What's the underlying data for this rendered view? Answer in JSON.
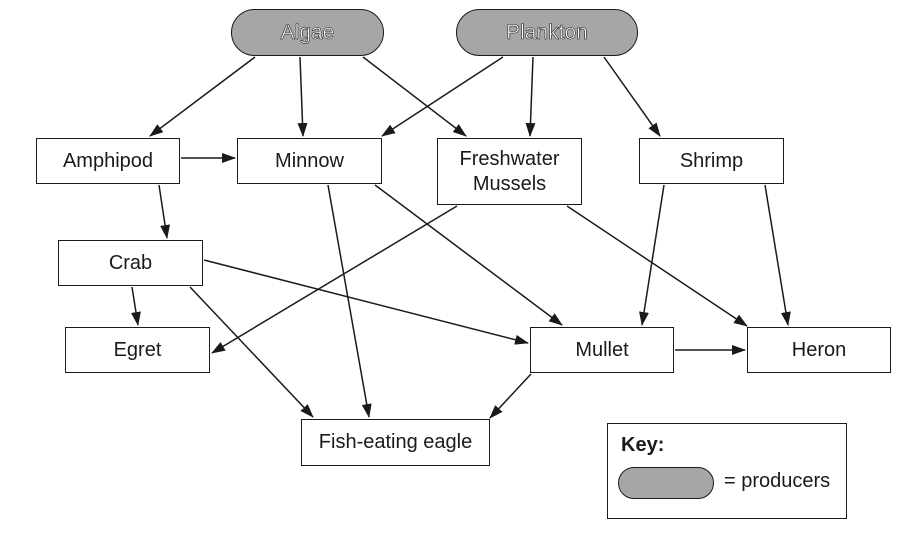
{
  "nodes": {
    "algae": "Algae",
    "plankton": "Plankton",
    "amphipod": "Amphipod",
    "minnow": "Minnow",
    "mussels": "Freshwater\nMussels",
    "shrimp": "Shrimp",
    "crab": "Crab",
    "egret": "Egret",
    "mullet": "Mullet",
    "heron": "Heron",
    "eagle": "Fish-eating eagle"
  },
  "edges": [
    [
      "algae",
      "amphipod"
    ],
    [
      "algae",
      "minnow"
    ],
    [
      "algae",
      "mussels"
    ],
    [
      "plankton",
      "minnow"
    ],
    [
      "plankton",
      "mussels"
    ],
    [
      "plankton",
      "shrimp"
    ],
    [
      "amphipod",
      "minnow"
    ],
    [
      "amphipod",
      "crab"
    ],
    [
      "minnow",
      "eagle"
    ],
    [
      "minnow",
      "mullet"
    ],
    [
      "mussels",
      "egret"
    ],
    [
      "mussels",
      "heron"
    ],
    [
      "shrimp",
      "mullet"
    ],
    [
      "shrimp",
      "heron"
    ],
    [
      "crab",
      "egret"
    ],
    [
      "crab",
      "mullet"
    ],
    [
      "crab",
      "eagle"
    ],
    [
      "mullet",
      "heron"
    ],
    [
      "mullet",
      "eagle"
    ]
  ],
  "key": {
    "title": "Key:",
    "label": "= producers"
  },
  "colors": {
    "producer_fill": "#a6a6a6",
    "stroke": "#1a1a1a"
  }
}
